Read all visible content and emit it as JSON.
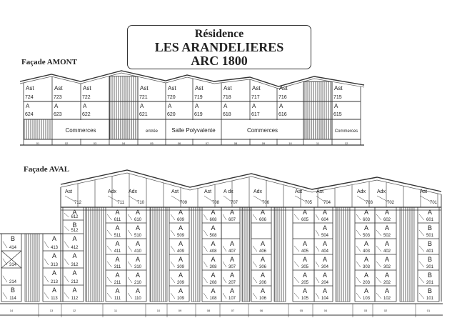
{
  "title": {
    "line1": "Résidence",
    "line2": "LES ARANDELIERES",
    "line3": "ARC 1800"
  },
  "amont": {
    "label": "Façade AMONT",
    "columns": [
      {
        "no": "01",
        "upper": [
          "Ast",
          "724"
        ],
        "lower": [
          "A",
          "624"
        ]
      },
      {
        "no": "02",
        "upper": [
          "Ast",
          "723"
        ],
        "lower": [
          "A",
          "623"
        ]
      },
      {
        "no": "03",
        "upper": [
          "Ast",
          "722"
        ],
        "lower": [
          "A",
          "622"
        ]
      },
      {
        "no": "04",
        "hatched": true
      },
      {
        "no": "05",
        "upper": [
          "Ast",
          "721"
        ],
        "lower": [
          "A",
          "621"
        ]
      },
      {
        "no": "06",
        "upper": [
          "Ast",
          "720"
        ],
        "lower": [
          "A",
          "620"
        ]
      },
      {
        "no": "07",
        "upper": [
          "Ast",
          "719"
        ],
        "lower": [
          "A",
          "619"
        ]
      },
      {
        "no": "08",
        "upper": [
          "Ast",
          "718"
        ],
        "lower": [
          "A",
          "618"
        ]
      },
      {
        "no": "09",
        "upper": [
          "Ast",
          "717"
        ],
        "lower": [
          "A",
          "617"
        ]
      },
      {
        "no": "10",
        "upper": [
          "Ast",
          "716"
        ],
        "lower": [
          "A",
          "616"
        ]
      },
      {
        "no": "11",
        "hatched": true
      },
      {
        "no": "12",
        "upper": [
          "Ast",
          "715"
        ],
        "lower": [
          "A",
          "615"
        ]
      }
    ],
    "ground": [
      {
        "span": 1,
        "hatched": true
      },
      {
        "span": 2,
        "label": "Commerces"
      },
      {
        "span": 1,
        "hatched": true
      },
      {
        "span": 1,
        "label": "entrée"
      },
      {
        "span": 2,
        "label": "Salle Polyvalente"
      },
      {
        "span": 3,
        "label": "Commerces"
      },
      {
        "span": 1,
        "hatched": true
      },
      {
        "span": 1,
        "label": "Commerces"
      }
    ]
  },
  "aval": {
    "label": "Façade AVAL",
    "column_numbers": [
      "14",
      "13",
      "12",
      "11",
      "10",
      "09",
      "08",
      "07",
      "06",
      "05",
      "04",
      "03",
      "02",
      "01"
    ],
    "columns": [
      {
        "id": "14",
        "floors": [
          [
            "B",
            "414"
          ],
          [
            "",
            "314"
          ],
          [
            "",
            "214"
          ],
          [
            "B",
            "114"
          ]
        ]
      },
      {
        "id": "13",
        "floors": [
          [
            "A",
            "413"
          ],
          [
            "A",
            "313"
          ],
          [
            "A",
            "213"
          ],
          [
            "A",
            "113"
          ]
        ]
      },
      {
        "id": "12",
        "roof": [
          "Ast",
          "712"
        ],
        "floors": [
          [
            "A",
            "612"
          ],
          [
            "B",
            "512"
          ],
          [
            "A",
            "412"
          ],
          [
            "A",
            "312"
          ],
          [
            "A",
            "212"
          ],
          [
            "A",
            "112"
          ]
        ]
      },
      {
        "id": "11",
        "roof": [
          "Adx",
          "711"
        ],
        "floors": [
          [
            "A",
            "611"
          ],
          [
            "A",
            "511"
          ],
          [
            "A",
            "411"
          ],
          [
            "A",
            "311"
          ],
          [
            "A",
            "211"
          ],
          [
            "A",
            "111"
          ]
        ]
      },
      {
        "id": "10",
        "roof": [
          "Adx",
          "710"
        ],
        "floors": [
          [
            "A",
            "610"
          ],
          [
            "A",
            "510"
          ],
          [
            "A",
            "410"
          ],
          [
            "A",
            "310"
          ],
          [
            "A",
            "210"
          ],
          [
            "A",
            "110"
          ]
        ]
      },
      {
        "id": "09",
        "roof": [
          "Ast",
          "709"
        ],
        "floors": [
          [
            "A",
            "609"
          ],
          [
            "A",
            "509"
          ],
          [
            "A",
            "409"
          ],
          [
            "A",
            "309"
          ],
          [
            "A",
            "209"
          ],
          [
            "A",
            "109"
          ]
        ]
      },
      {
        "id": "08",
        "roof": [
          "Ast",
          "708"
        ],
        "floors": [
          [
            "A",
            "608"
          ],
          [
            "A",
            "508"
          ],
          [
            "A",
            "408"
          ],
          [
            "A",
            "308"
          ],
          [
            "A",
            "208"
          ],
          [
            "A",
            "108"
          ]
        ]
      },
      {
        "id": "07",
        "roof": [
          "A dx",
          "707"
        ],
        "floors": [
          [
            "A",
            "607"
          ],
          null,
          [
            "A",
            "407"
          ],
          [
            "A",
            "307"
          ],
          [
            "A",
            "207"
          ],
          [
            "A",
            "107"
          ]
        ]
      },
      {
        "id": "06",
        "roof": [
          "Adx",
          "706"
        ],
        "floors": [
          [
            "A",
            "606"
          ],
          null,
          [
            "A",
            "406"
          ],
          [
            "A",
            "306"
          ],
          [
            "A",
            "206"
          ],
          [
            "A",
            "106"
          ]
        ]
      },
      {
        "id": "05",
        "roof": [
          "Ast",
          "705"
        ],
        "floors": [
          [
            "A",
            "605"
          ],
          null,
          [
            "A",
            "405"
          ],
          [
            "A",
            "305"
          ],
          [
            "A",
            "205"
          ],
          [
            "A",
            "105"
          ]
        ]
      },
      {
        "id": "04",
        "roof": [
          "Ast",
          "704"
        ],
        "floors": [
          [
            "A",
            "604"
          ],
          [
            "A",
            "504"
          ],
          [
            "A",
            "404"
          ],
          [
            "A",
            "304"
          ],
          [
            "A",
            "204"
          ],
          [
            "A",
            "104"
          ]
        ]
      },
      {
        "id": "03",
        "roof": [
          "Adx",
          "703"
        ],
        "floors": [
          [
            "A",
            "603"
          ],
          [
            "A",
            "503"
          ],
          [
            "A",
            "403"
          ],
          [
            "A",
            "303"
          ],
          [
            "A",
            "203"
          ],
          [
            "A",
            "103"
          ]
        ]
      },
      {
        "id": "02",
        "roof": [
          "Adx",
          "702"
        ],
        "floors": [
          [
            "A",
            "602"
          ],
          [
            "A",
            "502"
          ],
          [
            "A",
            "402"
          ],
          [
            "A",
            "302"
          ],
          [
            "A",
            "202"
          ],
          [
            "A",
            "102"
          ]
        ]
      },
      {
        "id": "01",
        "roof": [
          "Ast",
          "701"
        ],
        "floors": [
          [
            "A",
            "601"
          ],
          [
            "B",
            "501"
          ],
          [
            "B",
            "401"
          ],
          [
            "B",
            "301"
          ],
          [
            "B",
            "201"
          ],
          [
            "B",
            "101"
          ]
        ]
      }
    ]
  }
}
